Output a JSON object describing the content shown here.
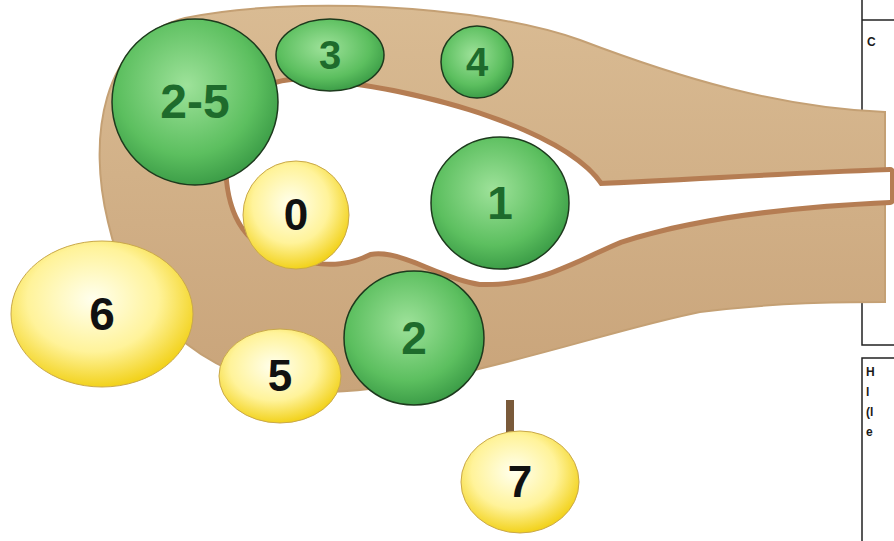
{
  "diagram": {
    "nodes": [
      {
        "text": [
          "3"
        ]
      },
      {
        "text": [
          "4"
        ]
      },
      {
        "text": [
          "2-5"
        ]
      },
      {
        "text": [
          "1"
        ]
      },
      {
        "text": [
          "0"
        ]
      },
      {
        "text": [
          "6"
        ]
      },
      {
        "text": [
          "2"
        ]
      },
      {
        "text": [
          "5"
        ]
      },
      {
        "text": [
          "7"
        ]
      }
    ],
    "labels": [
      "C",
      "H",
      "l",
      "(l",
      "e"
    ]
  }
}
